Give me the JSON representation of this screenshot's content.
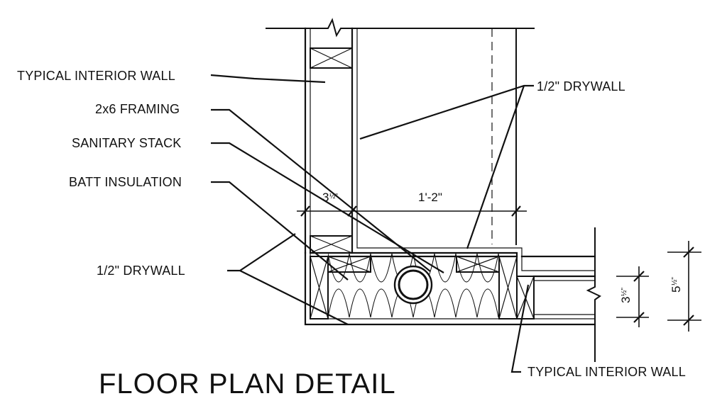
{
  "labels": {
    "typical_interior_wall": "TYPICAL INTERIOR WALL",
    "framing_2x6": "2x6 FRAMING",
    "sanitary_stack": "SANITARY STACK",
    "batt_insulation": "BATT INSULATION",
    "drywall_left": "1/2\" DRYWALL",
    "drywall_right": "1/2\" DRYWALL",
    "typical_interior_wall_bottom": "TYPICAL INTERIOR WALL"
  },
  "dimensions": {
    "stud_width_whole": "3",
    "stud_width_frac": "½\"",
    "wall_offset": "1'-2\"",
    "small_wall_whole": "3",
    "small_wall_frac": "½\"",
    "thick_wall_whole": "5",
    "thick_wall_frac": "½\""
  },
  "title": "FLOOR PLAN DETAIL"
}
